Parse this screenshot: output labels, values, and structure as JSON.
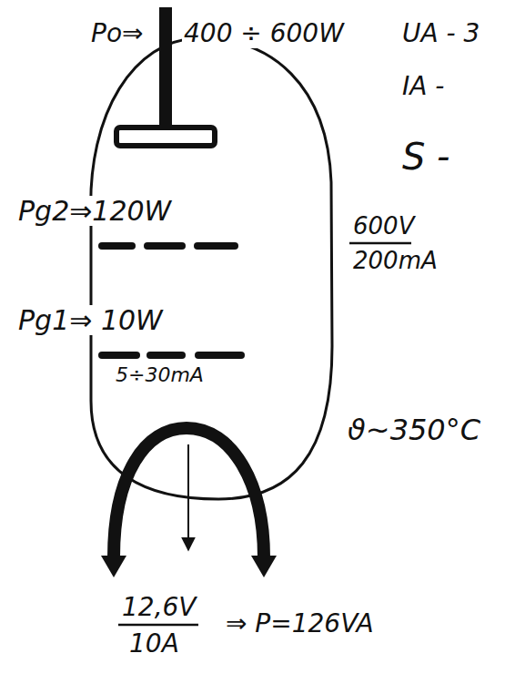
{
  "diagram": {
    "labels": [
      "Po⇒",
      "400 ÷ 600W",
      "UA - 3",
      "IA -",
      "S -",
      "Pg2⇒120W",
      "600V",
      "200mA",
      "Pg1⇒ 10W",
      "5÷30mA",
      "ϑ~350°C",
      "12,6V",
      "10A",
      "⇒ P=126VA"
    ]
  }
}
